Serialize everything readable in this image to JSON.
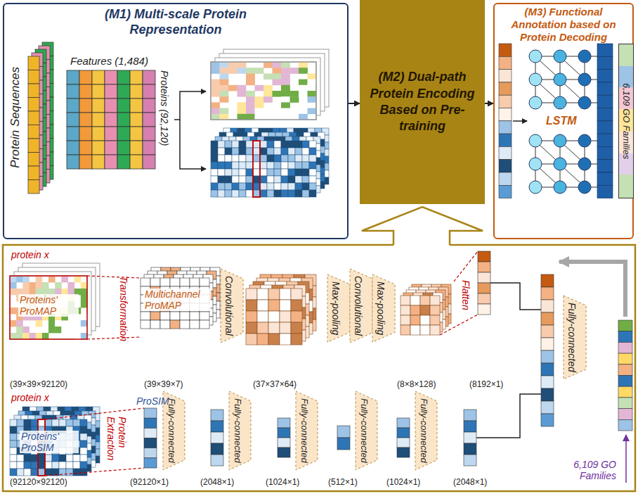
{
  "diagram": {
    "nodes": [
      {
        "text": [
          "(M1) Multi-scale Protein Representation"
        ]
      },
      {
        "text": [
          "(M2) Dual-path Protein Encoding Based on Pre-training"
        ]
      },
      {
        "text": [
          "(M3) Functional Annotation based on Protein Decoding"
        ]
      },
      {
        "text": [
          "6,109 GO Families"
        ],
        "in": 2
      }
    ],
    "edges": [
      {
        "from": 0,
        "to": 1,
        "arrow": "to"
      },
      {
        "from": 1,
        "to": 2,
        "arrow": "to"
      }
    ],
    "labels": [
      "Protein Sequences",
      "Features (1,484)",
      "Proteins (92,120)",
      "LSTM",
      "protein x",
      "Proteins' ProMAP",
      "Transformation",
      "Multichannel ProMAP",
      "Convolutional",
      "Max-pooling",
      "Convolutional",
      "Max-pooling",
      "Flatten",
      "Fully-connected",
      "(39×39×92120)",
      "(39×39×7)",
      "(37×37×64)",
      "(8×8×128)",
      "(8192×1)",
      "protein x",
      "Proteins' ProSIM",
      "Protein Extraction",
      "ProSIM",
      "Fully-connected",
      "Fully-connected",
      "Fully-connected",
      "Fully-connected",
      "Fully-connected",
      "(92120×92120)",
      "(92120×1)",
      "(2048×1)",
      "(1024×1)",
      "(512×1)",
      "(1024×1)",
      "(2048×1)",
      "6,109 GO Families"
    ]
  }
}
